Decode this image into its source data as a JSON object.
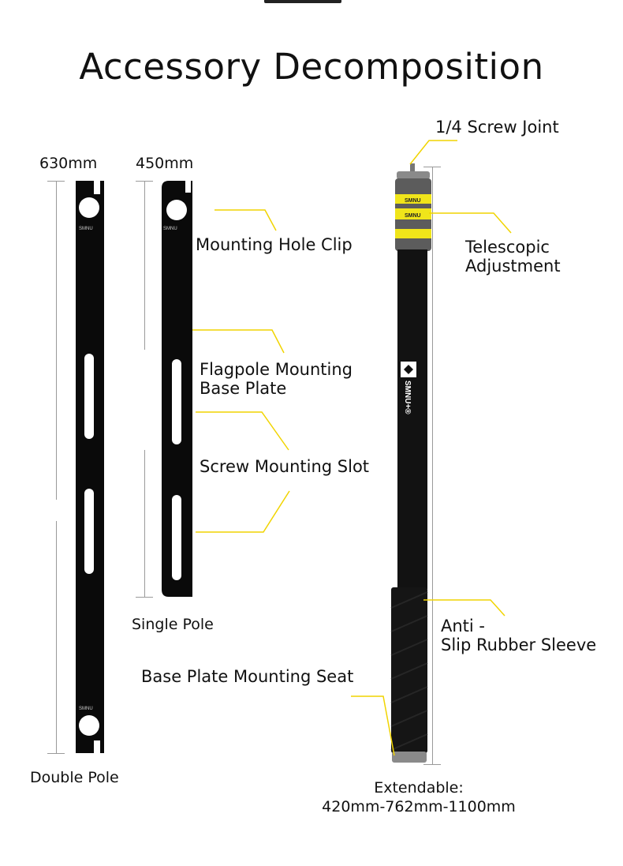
{
  "title": "Accessory Decomposition",
  "dimensions": {
    "double_length": "630mm",
    "single_length": "450mm"
  },
  "labels": {
    "screw_joint": "1/4 Screw Joint",
    "telescopic": [
      "Telescopic",
      "Adjustment"
    ],
    "mounting_hole_clip": "Mounting Hole Clip",
    "flagpole_base": [
      "Flagpole Mounting",
      "Base Plate"
    ],
    "screw_slot": "Screw Mounting Slot",
    "anti_slip": [
      "Anti -",
      "Slip Rubber Sleeve"
    ],
    "base_seat": "Base Plate Mounting Seat",
    "single_pole": "Single Pole",
    "double_pole": "Double Pole",
    "extendable": [
      "Extendable:",
      "420mm-762mm-1100mm"
    ]
  },
  "brand": {
    "pole_text": "SMNU",
    "plate_text": "SMNU"
  },
  "colors": {
    "accent": "#f1d400",
    "pole": "#121212",
    "plate": "#0a0a0a",
    "ring": "#f0e51a",
    "dim_line": "#9a9a9a"
  }
}
